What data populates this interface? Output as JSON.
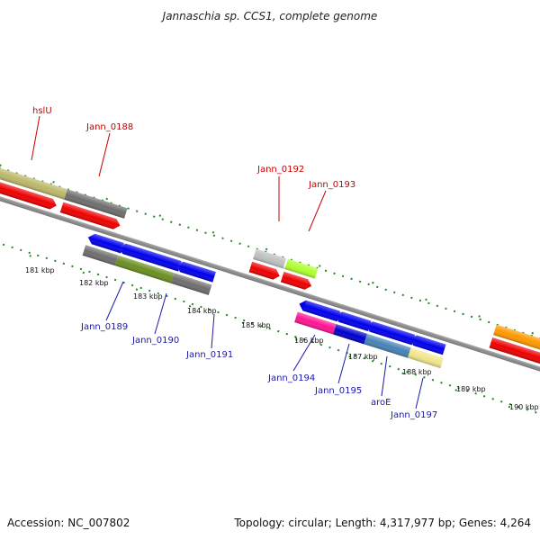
{
  "title": "Jannaschia sp. CCS1, complete genome",
  "footer": {
    "accession": "Accession: NC_007802",
    "summary": "Topology: circular; Length: 4,317,977 bp; Genes: 4,264"
  },
  "colors": {
    "backbone": "#888888",
    "tick": "#228b22",
    "top_label": "#cc0000",
    "bottom_label": "#1a1aaa"
  },
  "scale_labels": [
    "181 kbp",
    "182 kbp",
    "183 kbp",
    "184 kbp",
    "185 kbp",
    "186 kbp",
    "187 kbp",
    "188 kbp",
    "189 kbp",
    "190 kbp"
  ],
  "top_labels": [
    "hslU",
    "Jann_0188",
    "Jann_0192",
    "Jann_0193"
  ],
  "bottom_labels": [
    "Jann_0189",
    "Jann_0190",
    "Jann_0191",
    "Jann_0194",
    "Jann_0195",
    "aroE",
    "Jann_0197"
  ]
}
